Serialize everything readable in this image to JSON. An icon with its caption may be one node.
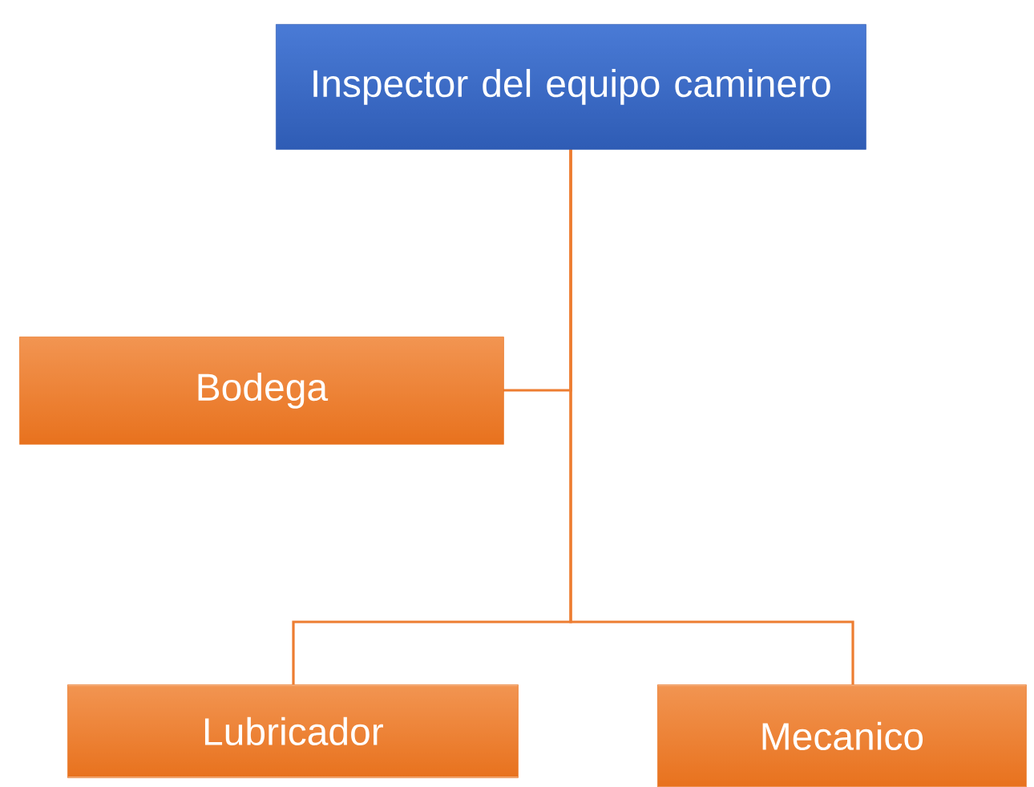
{
  "diagram": {
    "nodes": [
      {
        "text": [
          "Inspector del equipo caminero"
        ]
      },
      {
        "text": [
          "Bodega"
        ]
      },
      {
        "text": [
          "Lubricador"
        ]
      },
      {
        "text": [
          "Mecanico"
        ]
      }
    ],
    "edges": [
      {
        "from": 0,
        "to": 1,
        "arrow": "none"
      },
      {
        "from": 0,
        "to": 2,
        "arrow": "none"
      },
      {
        "from": 0,
        "to": 3,
        "arrow": "none"
      }
    ]
  }
}
